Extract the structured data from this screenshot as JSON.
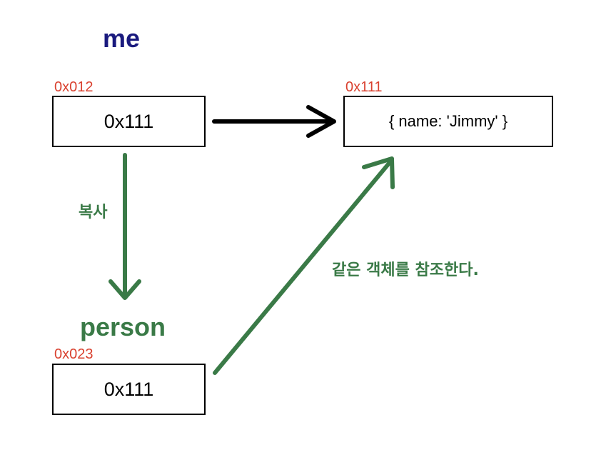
{
  "colors": {
    "me_label": "#1a1a7e",
    "address": "#d9412f",
    "green": "#3a7a47",
    "black": "#000000"
  },
  "me": {
    "name": "me",
    "address": "0x012",
    "value": "0x111"
  },
  "object": {
    "address": "0x111",
    "value": "{ name: 'Jimmy' }"
  },
  "person": {
    "name": "person",
    "address": "0x023",
    "value": "0x111"
  },
  "notes": {
    "copy": "복사",
    "same_object": "같은 객체를 참조한다."
  }
}
